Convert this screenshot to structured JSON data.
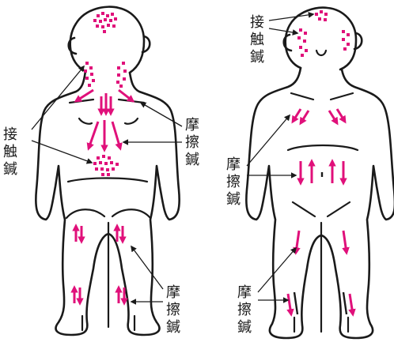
{
  "colors": {
    "outline": "#1a1a1a",
    "accent": "#e0107a"
  },
  "labels": {
    "back_contact": [
      "接",
      "触",
      "鍼"
    ],
    "back_friction_upper": [
      "摩",
      "擦",
      "鍼"
    ],
    "back_friction_lower": [
      "摩",
      "擦",
      "鍼"
    ],
    "front_contact": [
      "接",
      "触",
      "鍼"
    ],
    "front_friction_upper": [
      "摩",
      "擦",
      "鍼"
    ],
    "front_friction_lower": [
      "摩",
      "擦",
      "鍼"
    ]
  },
  "figures": [
    "back-view-figure",
    "front-view-figure"
  ]
}
